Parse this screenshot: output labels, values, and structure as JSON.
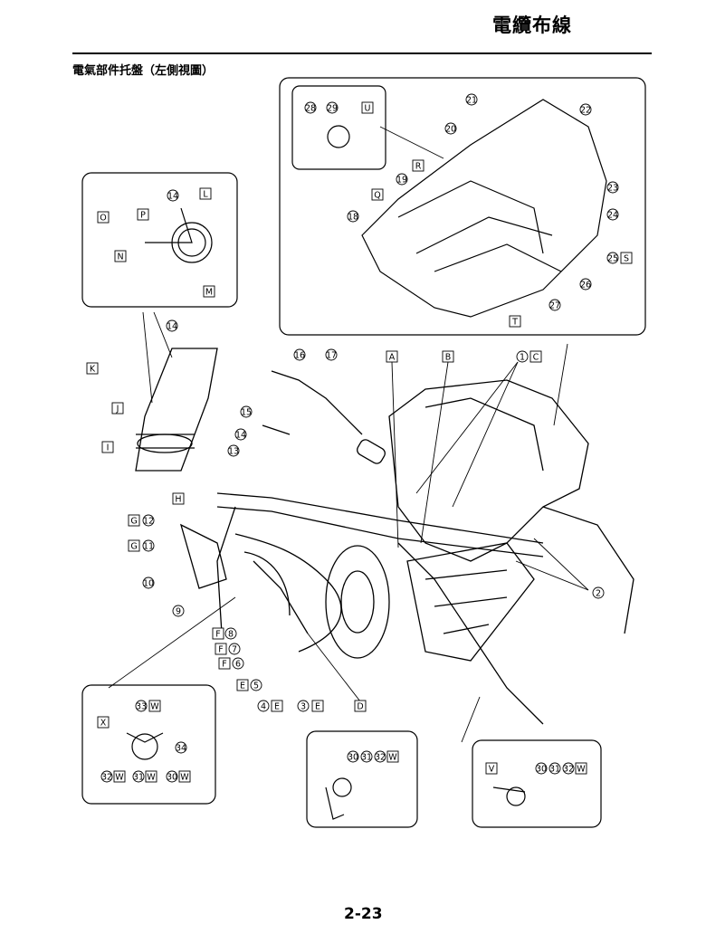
{
  "header": {
    "title": "電纜布線"
  },
  "section": {
    "title": "電氣部件托盤（左側視圖）"
  },
  "page": {
    "number": "2-23"
  },
  "figure": {
    "circled_numbers": [
      "1",
      "2",
      "3",
      "4",
      "5",
      "6",
      "7",
      "8",
      "9",
      "10",
      "11",
      "12",
      "13",
      "14",
      "15",
      "16",
      "17",
      "18",
      "19",
      "20",
      "21",
      "22",
      "23",
      "24",
      "25",
      "26",
      "27",
      "28",
      "29",
      "30",
      "31",
      "32",
      "33",
      "34"
    ],
    "letter_labels": [
      "A",
      "B",
      "C",
      "D",
      "E",
      "F",
      "G",
      "H",
      "I",
      "J",
      "K",
      "L",
      "M",
      "N",
      "O",
      "P",
      "Q",
      "R",
      "S",
      "T",
      "U",
      "V",
      "W",
      "X"
    ]
  }
}
